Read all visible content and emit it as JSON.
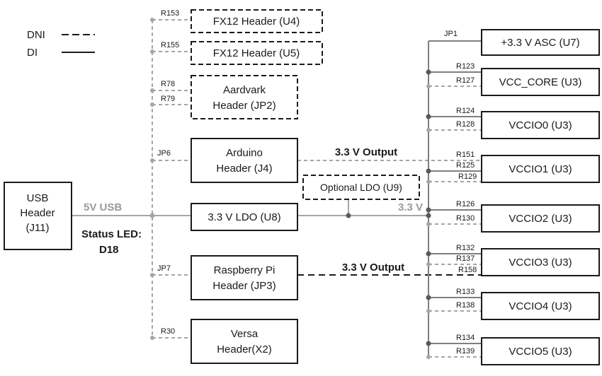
{
  "legend": {
    "dni": "DNI",
    "di": "DI"
  },
  "usb": {
    "l1": "USB",
    "l2": "Header",
    "l3": "(J11)"
  },
  "notes": {
    "v5": "5V USB",
    "status1": "Status LED:",
    "status2": "D18",
    "v33": "3.3 V",
    "out_arduino": "3.3 V Output",
    "out_rpi": "3.3 V Output"
  },
  "mid": {
    "u4": "FX12 Header (U4)",
    "u5": "FX12 Header (U5)",
    "aardvark1": "Aardvark",
    "aardvark2": "Header (JP2)",
    "arduino1": "Arduino",
    "arduino2": "Header (J4)",
    "u8": "3.3 V LDO (U8)",
    "u9": "Optional LDO (U9)",
    "rpi1": "Raspberry Pi",
    "rpi2": "Header (JP3)",
    "versa1": "Versa",
    "versa2": "Header(X2)"
  },
  "right": {
    "u7": "+3.3 V ASC (U7)",
    "vcc_core": "VCC_CORE (U3)",
    "vccio0": "VCCIO0 (U3)",
    "vccio1": "VCCIO1 (U3)",
    "vccio2": "VCCIO2 (U3)",
    "vccio3": "VCCIO3 (U3)",
    "vccio4": "VCCIO4 (U3)",
    "vccio5": "VCCIO5 (U3)"
  },
  "refs": {
    "r153": "R153",
    "r155": "R155",
    "r78": "R78",
    "r79": "R79",
    "jp6": "JP6",
    "jp7": "JP7",
    "r30": "R30",
    "jp1": "JP1",
    "r123": "R123",
    "r127": "R127",
    "r124": "R124",
    "r128": "R128",
    "r151": "R151",
    "r125": "R125",
    "r129": "R129",
    "r126": "R126",
    "r130": "R130",
    "r132": "R132",
    "r137": "R137",
    "r158": "R158",
    "r133": "R133",
    "r138": "R138",
    "r134": "R134",
    "r139": "R139"
  },
  "colors": {
    "wire_gray": "#a6a6a6",
    "wire_dark": "#7f7f7f",
    "line_black": "#1a1a1a",
    "label_gray": "#9a9a9a"
  }
}
